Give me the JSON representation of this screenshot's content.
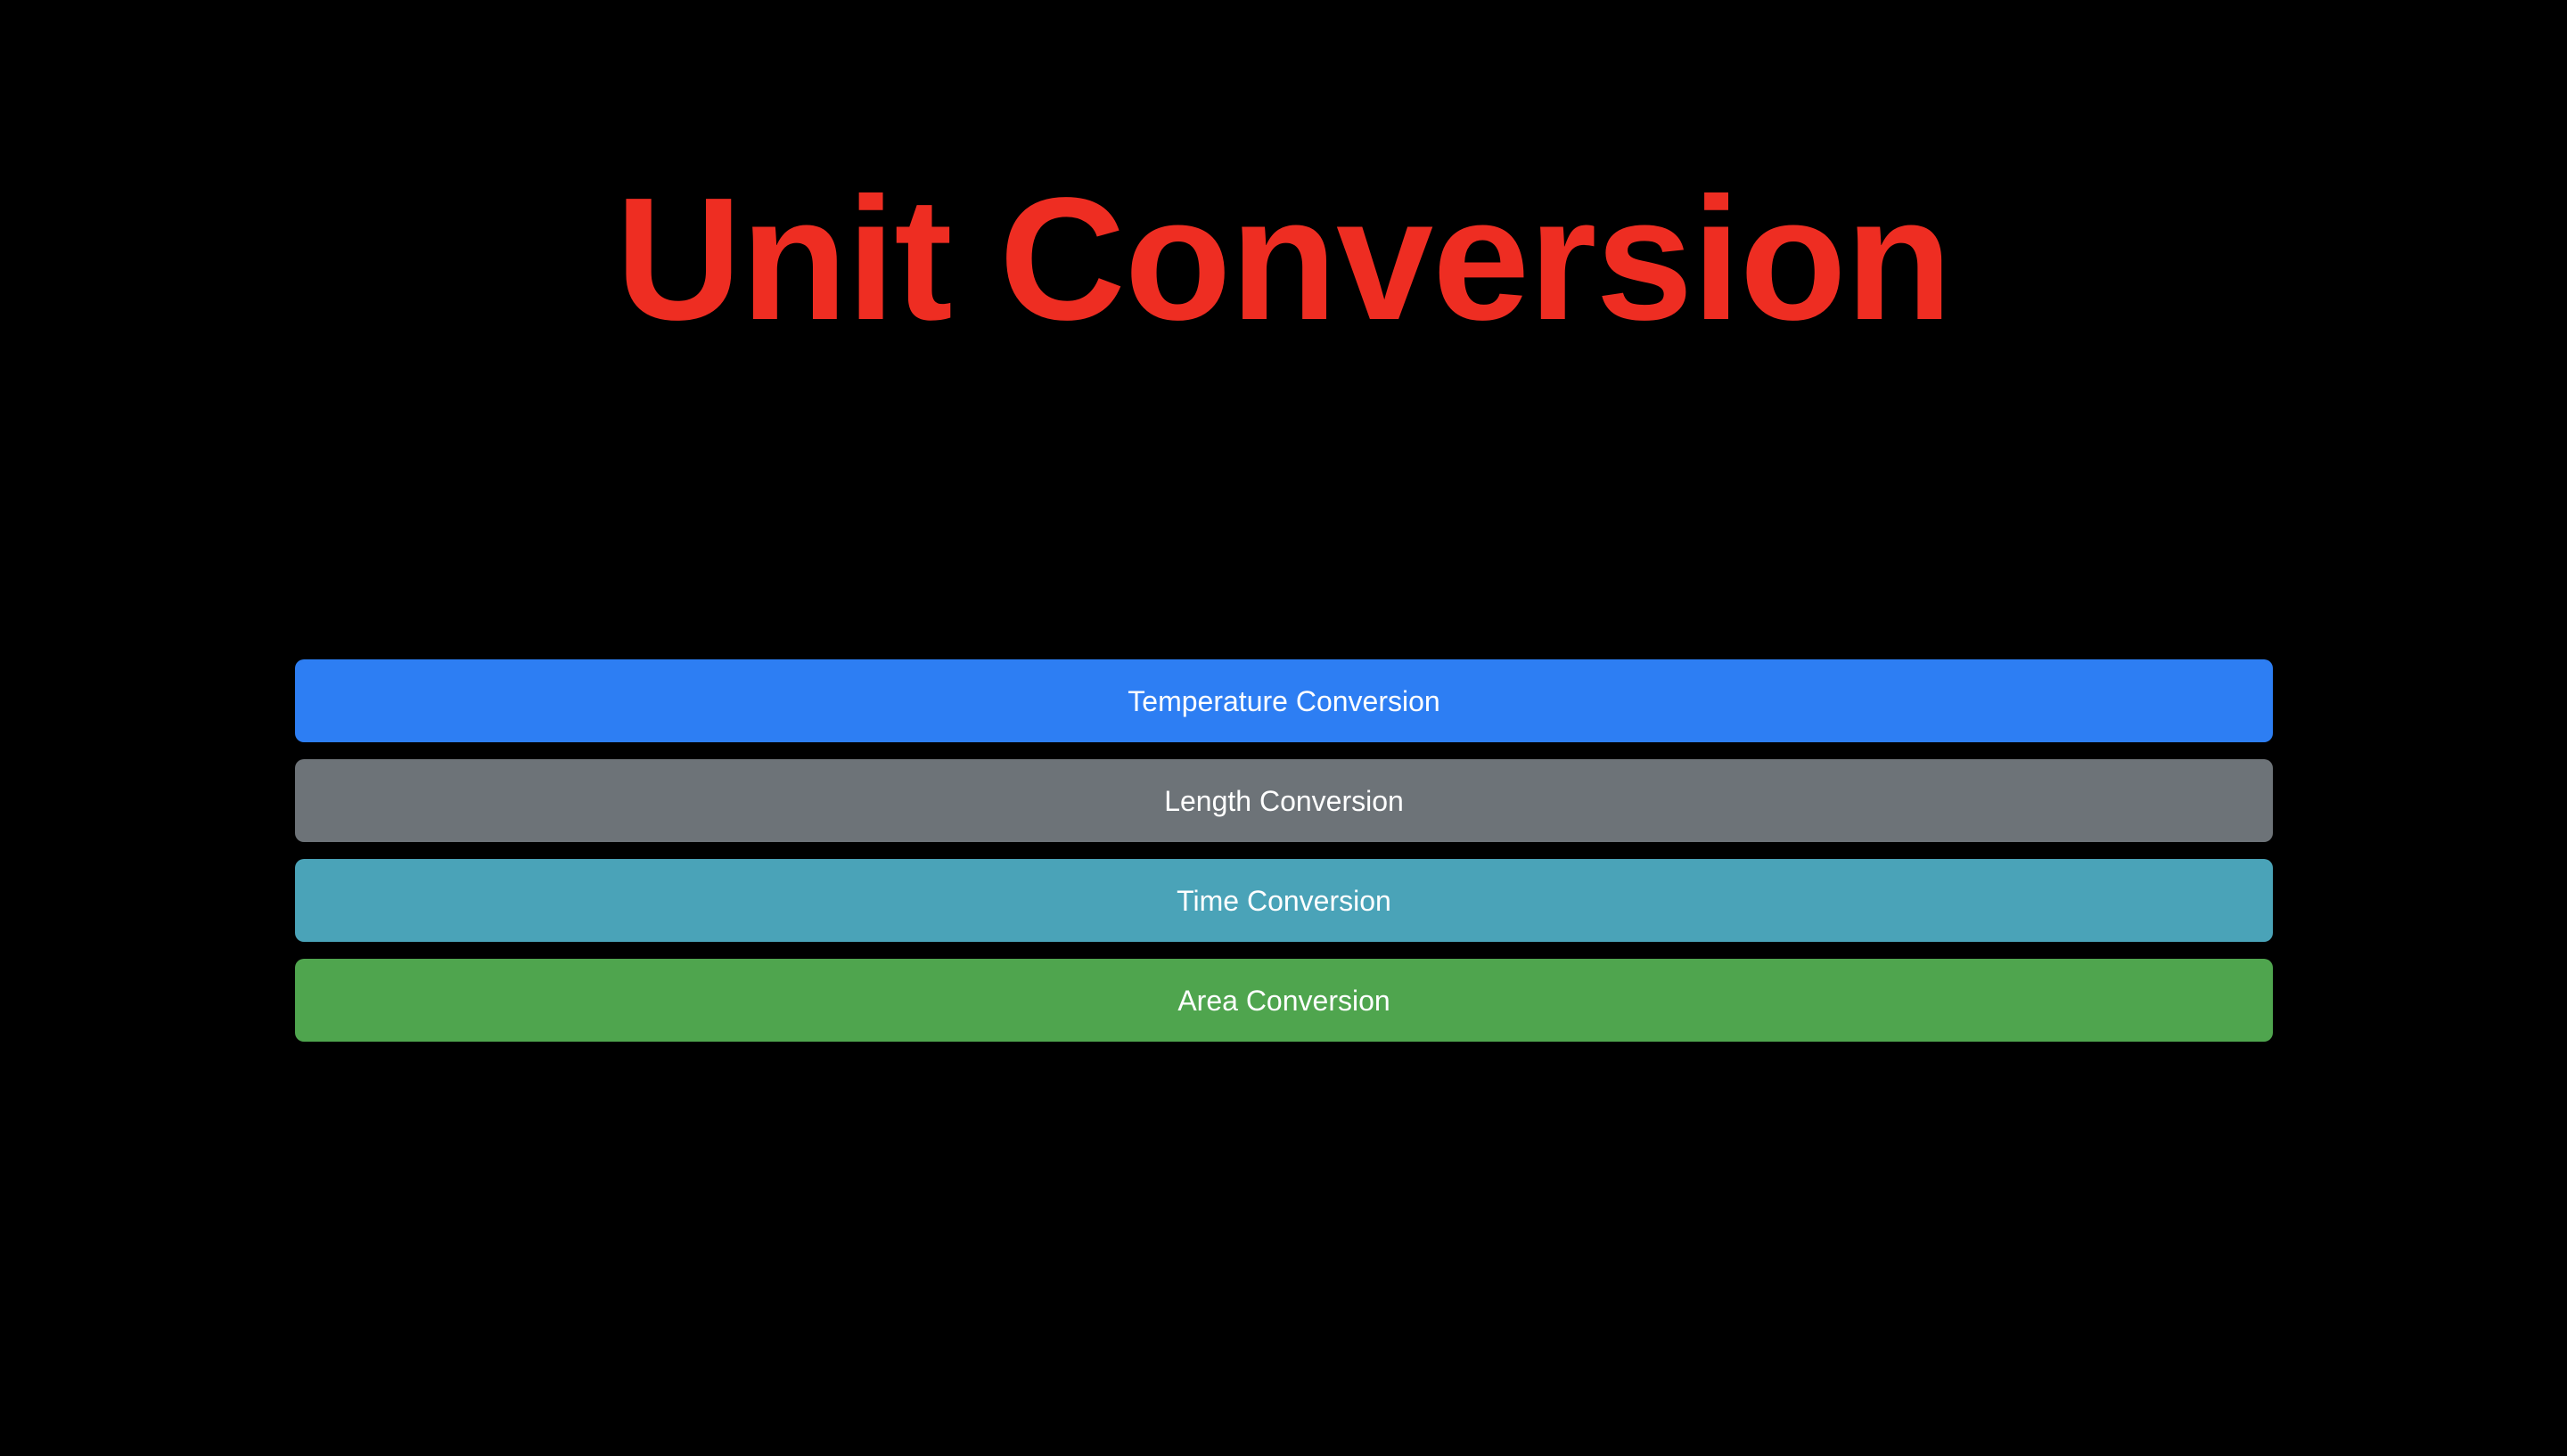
{
  "page": {
    "background_color": "#000000",
    "title": "Unit Conversion",
    "title_color": "#ee2d22"
  },
  "buttons": [
    {
      "label": "Temperature Conversion",
      "color": "#2d7ef3",
      "text_color": "#ffffff",
      "name": "temperature-conversion-button"
    },
    {
      "label": "Length Conversion",
      "color": "#6d7378",
      "text_color": "#ffffff",
      "name": "length-conversion-button"
    },
    {
      "label": "Time Conversion",
      "color": "#4aa3b8",
      "text_color": "#ffffff",
      "name": "time-conversion-button"
    },
    {
      "label": "Area Conversion",
      "color": "#4fa54e",
      "text_color": "#ffffff",
      "name": "area-conversion-button"
    }
  ]
}
